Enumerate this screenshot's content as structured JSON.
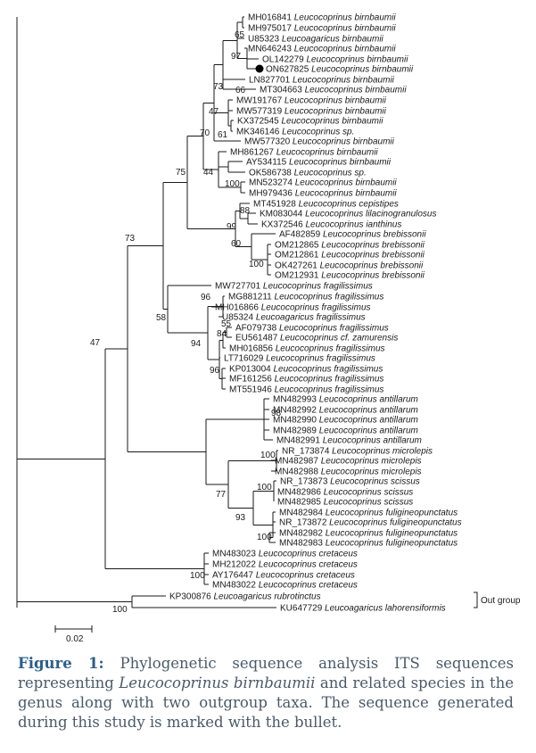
{
  "tree": {
    "leaves": [
      {
        "acc": "MH016841",
        "sp": "Leucocoprinus birnbaumii"
      },
      {
        "acc": "MH975017",
        "sp": "Leucocoprinus birnbaumii"
      },
      {
        "acc": "U85323",
        "sp": "Leucoagaricus birnbaumii"
      },
      {
        "acc": "MN646243",
        "sp": "Leucocoprinus birnbaumii"
      },
      {
        "acc": "OL142279",
        "sp": "Leucocoprinus birnbaumii"
      },
      {
        "acc": "ON627825",
        "sp": "Leucocoprinus birnbaumii",
        "marked": true
      },
      {
        "acc": "LN827701",
        "sp": "Leucocoprinus birnbaumii"
      },
      {
        "acc": "MT304663",
        "sp": "Leucocoprinus birnbaumii"
      },
      {
        "acc": "MW191767",
        "sp": "Leucocoprinus birnbaumii"
      },
      {
        "acc": "MW577319",
        "sp": "Leucocoprinus birnbaumii"
      },
      {
        "acc": "KX372545",
        "sp": "Leucocoprinus birnbaumii"
      },
      {
        "acc": "MK346146",
        "sp": "Leucocoprinus sp."
      },
      {
        "acc": "MW577320",
        "sp": "Leucocoprinus birnbaumii"
      },
      {
        "acc": "MH861267",
        "sp": "Leucocoprinus birnbaumii"
      },
      {
        "acc": "AY534115",
        "sp": "Leucocoprinus birnbaumii"
      },
      {
        "acc": "OK586738",
        "sp": "Leucocoprinus sp."
      },
      {
        "acc": "MN523274",
        "sp": "Leucocoprinus birnbaumii"
      },
      {
        "acc": "MH979436",
        "sp": "Leucocoprinus birnbaumii"
      },
      {
        "acc": "MT451928",
        "sp": "Leucocoprinus cepistipes"
      },
      {
        "acc": "KM083044",
        "sp": "Leucocoprinus lilacinogranulosus"
      },
      {
        "acc": "KX372546",
        "sp": "Leucocoprinus ianthinus"
      },
      {
        "acc": "AF482859",
        "sp": "Leucocoprinus brebissonii"
      },
      {
        "acc": "OM212865",
        "sp": "Leucocoprinus brebissonii"
      },
      {
        "acc": "OM212861",
        "sp": "Leucocoprinus brebissonii"
      },
      {
        "acc": "OK427261",
        "sp": "Leucocoprinus brebissonii"
      },
      {
        "acc": "OM212931",
        "sp": "Leucocoprinus brebissonii"
      },
      {
        "acc": "MW727701",
        "sp": "Leucocoprinus fragilissimus"
      },
      {
        "acc": "MG881211",
        "sp": "Leucocoprinus fragilissimus"
      },
      {
        "acc": "MH016866",
        "sp": "Leucocoprinus fragilissimus"
      },
      {
        "acc": "U85324",
        "sp": "Leucoagaricus fragilissimus"
      },
      {
        "acc": "AF079738",
        "sp": "Leucocoprinus fragilissimus"
      },
      {
        "acc": "EU561487",
        "sp": "Leucocoprinus cf. zamurensis"
      },
      {
        "acc": "MH016856",
        "sp": "Leucocoprinus fragilissimus"
      },
      {
        "acc": "LT716029",
        "sp": "Leucocoprinus fragilissimus"
      },
      {
        "acc": "KP013004",
        "sp": "Leucocoprinus fragilissimus"
      },
      {
        "acc": "MF161256",
        "sp": "Leucocoprinus fragilissimus"
      },
      {
        "acc": "MT551946",
        "sp": "Leucocoprinus fragilissimus"
      },
      {
        "acc": "MN482993",
        "sp": "Leucocoprinus antillarum"
      },
      {
        "acc": "MN482992",
        "sp": "Leucocoprinus antillarum"
      },
      {
        "acc": "MN482990",
        "sp": "Leucocoprinus antillarum"
      },
      {
        "acc": "MN482989",
        "sp": "Leucocoprinus antillarum"
      },
      {
        "acc": "MN482991",
        "sp": "Leucocoprinus antillarum"
      },
      {
        "acc": "NR_173874",
        "sp": "Leucocoprinus microlepis"
      },
      {
        "acc": "MN482987",
        "sp": "Leucocoprinus microlepis"
      },
      {
        "acc": "MN482988",
        "sp": "Leucocoprinus microlepis"
      },
      {
        "acc": "NR_173873",
        "sp": "Leucocoprinus scissus"
      },
      {
        "acc": "MN482986",
        "sp": "Leucocoprinus scissus"
      },
      {
        "acc": "MN482985",
        "sp": "Leucocoprinus scissus"
      },
      {
        "acc": "MN482984",
        "sp": "Leucocoprinus fuligineopunctatus"
      },
      {
        "acc": "NR_173872",
        "sp": "Leucocoprinus fuligineopunctatus"
      },
      {
        "acc": "MN482982",
        "sp": "Leucocoprinus fuligineopunctatus"
      },
      {
        "acc": "MN482983",
        "sp": "Leucocoprinus fuligineopunctatus"
      },
      {
        "acc": "MN483023",
        "sp": "Leucocoprinus cretaceus"
      },
      {
        "acc": "MH212022",
        "sp": "Leucocoprinus cretaceus"
      },
      {
        "acc": "AY176447",
        "sp": "Leucocoprinus cretaceus"
      },
      {
        "acc": "MN483022",
        "sp": "Leucocoprinus cretaceus"
      },
      {
        "acc": "KP300876",
        "sp": "Leucoagaricus rubrotinctus"
      },
      {
        "acc": "KU647729",
        "sp": "Leucoagaricus lahorensiformis"
      }
    ],
    "bootstrap": [
      "65",
      "97",
      "73",
      "66",
      "47",
      "70",
      "61",
      "44",
      "100",
      "75",
      "88",
      "99",
      "60",
      "100",
      "73",
      "96",
      "58",
      "55",
      "84",
      "94",
      "96",
      "47",
      "100",
      "100",
      "98",
      "100",
      "77",
      "93",
      "100",
      "100"
    ],
    "outgroup_label": "Out group",
    "scale_value": "0.02"
  },
  "caption": {
    "label": "Figure 1:",
    "text_before": " Phylogenetic sequence analysis ITS sequences representing ",
    "species": "Leucocoprinus birnbaumii",
    "text_after": " and related species in the genus along with two outgroup taxa. The sequence generated during this study is marked with the bullet."
  }
}
